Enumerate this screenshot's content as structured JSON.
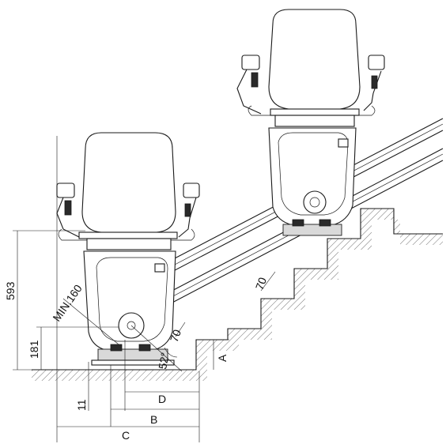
{
  "labels": {
    "dim_593": "593",
    "dim_181": "181",
    "dim_11": "11",
    "dim_min160": "MIN.160",
    "angle": "52°",
    "rail_70_lower": "70",
    "rail_70_upper": "70",
    "dim_a": "A",
    "dim_b": "B",
    "dim_c": "C",
    "dim_d": "D"
  },
  "colors": {
    "line": "#1a1a1a",
    "background": "#ffffff",
    "seat_grey": "#d9d9d9"
  }
}
